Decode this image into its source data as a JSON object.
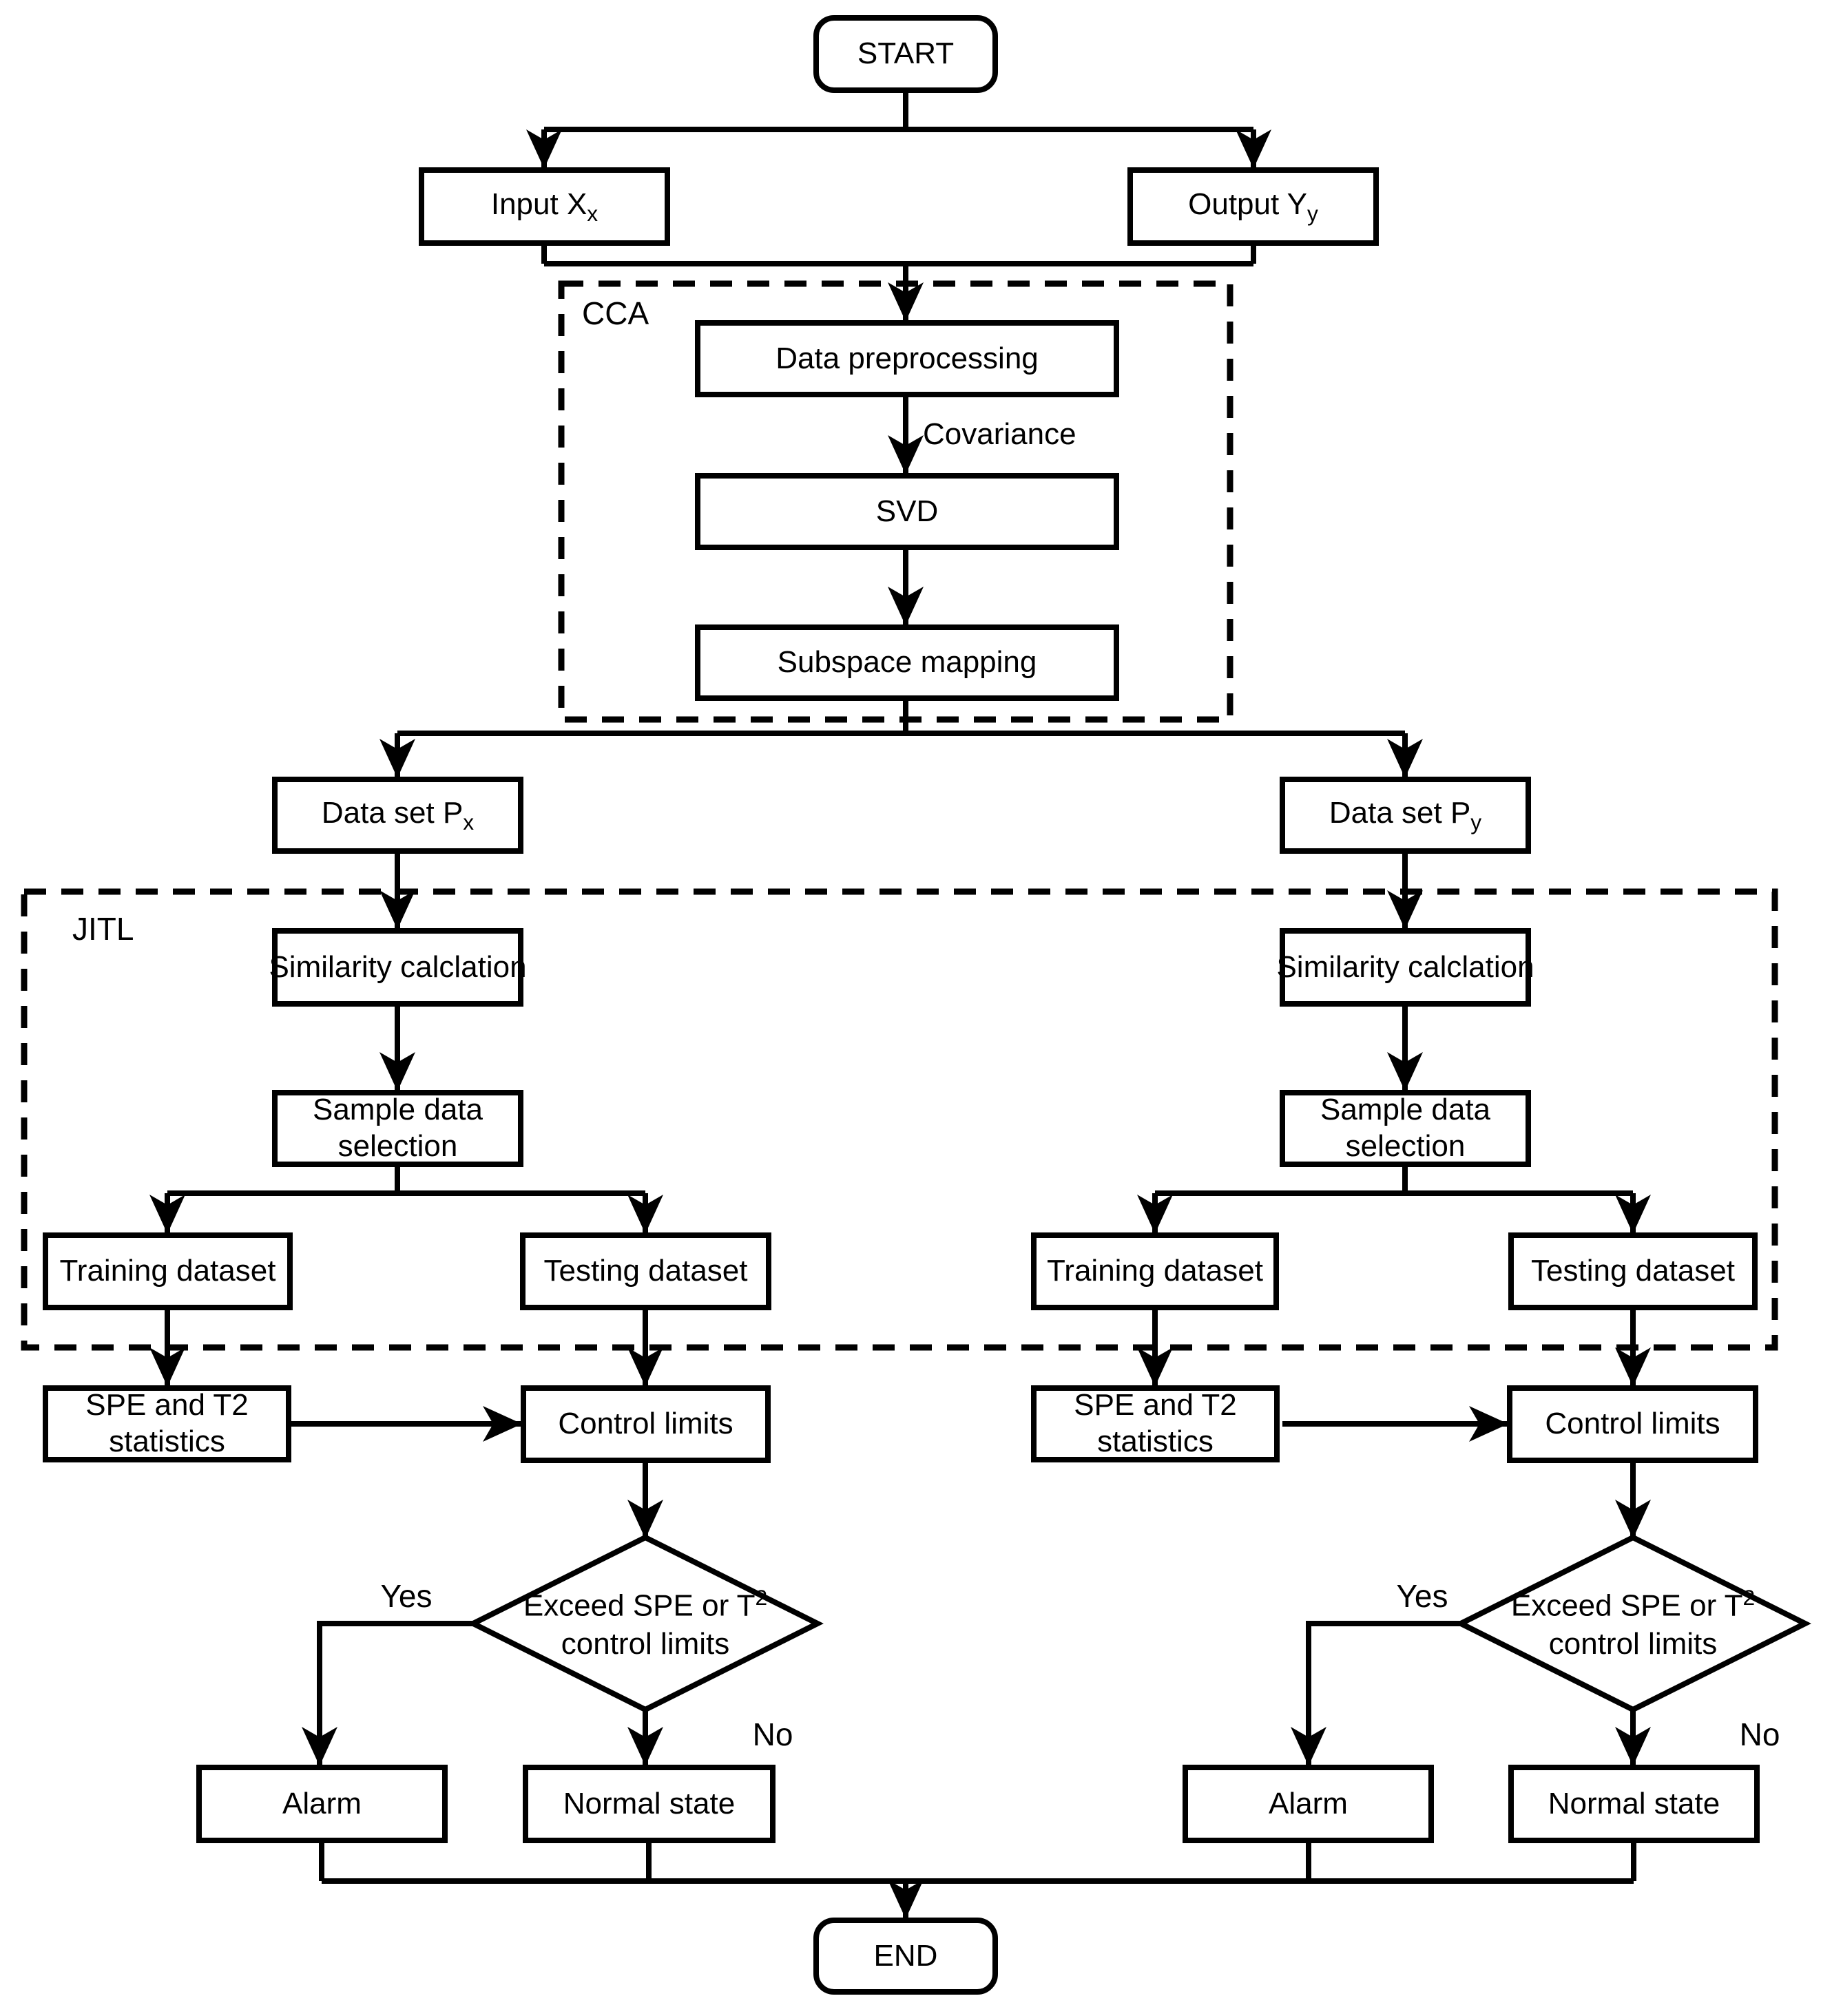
{
  "flowchart": {
    "colors": {
      "stroke": "#000000",
      "background": "#ffffff",
      "box_fill": "#ffffff"
    },
    "nodes": {
      "start": "START",
      "input": {
        "base": "Input X",
        "sub": "x"
      },
      "output": {
        "base": "Output Y",
        "sub": "y"
      },
      "data_preprocessing": "Data preprocessing",
      "svd": "SVD",
      "subspace_mapping": "Subspace mapping",
      "dataset_x": {
        "base": "Data set P",
        "sub": "x"
      },
      "dataset_y": {
        "base": "Data set P",
        "sub": "y"
      },
      "similarity": "Similarity calclation",
      "sample_selection": {
        "line1": "Sample data",
        "line2": "selection"
      },
      "training": "Training dataset",
      "testing": "Testing dataset",
      "spe_stats": {
        "line1": "SPE and T2",
        "line2": "statistics"
      },
      "control_limits": "Control limits",
      "decision": {
        "line1_base": "Exceed SPE or T",
        "line1_sup": "2",
        "line2": "control limits"
      },
      "alarm": "Alarm",
      "normal": "Normal state",
      "end": "END"
    },
    "labels": {
      "cca": "CCA",
      "jitl": "JITL",
      "covariance": "Covariance",
      "yes": "Yes",
      "no": "No"
    }
  }
}
